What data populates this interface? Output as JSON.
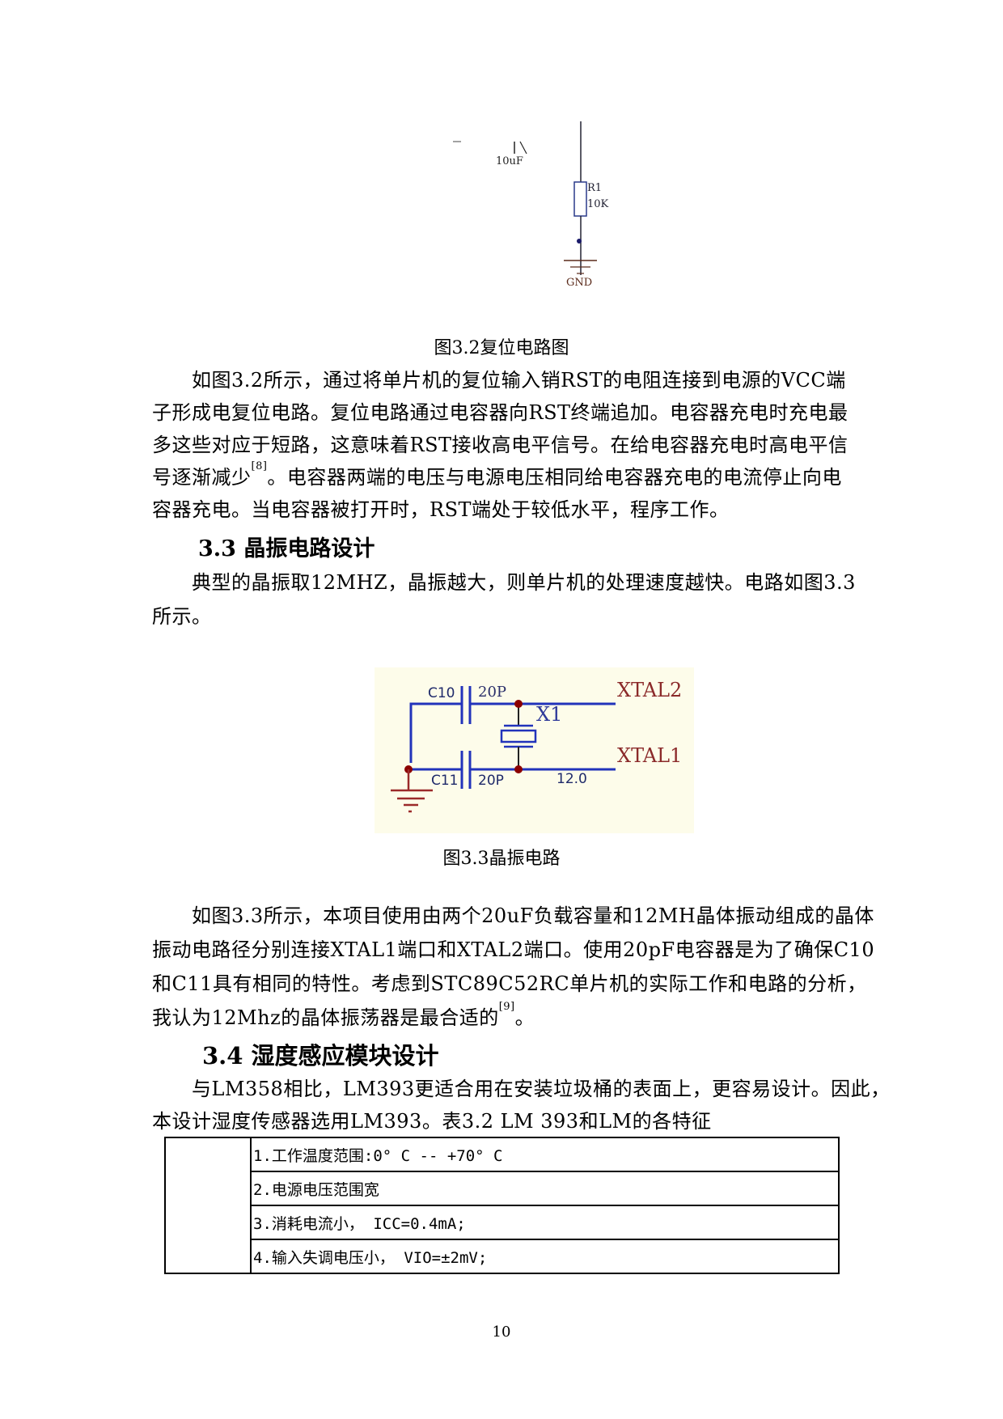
{
  "figure_reset": {
    "labels": {
      "capacitor": "10uF",
      "resistor_ref": "R1",
      "resistor_value": "10K",
      "ground": "GND"
    },
    "caption": "图3.2复位电路图"
  },
  "para_reset": {
    "lines": [
      "　　如图3.2所示，通过将单片机的复位输入销RST的电阻连接到电源的VCC端",
      "子形成电复位电路。复位电路通过电容器向RST终端追加。电容器充电时充电最",
      "多这些对应于短路，这意味着RST接收高电平信号。在给电容器充电时高电平信",
      "号逐渐减少",
      "容器充电。当电容器被打开时，RST端处于较低水平，程序工作。"
    ],
    "line4_ref": "[8]",
    "line4_rest": "。电容器两端的电压与电源电压相同给电容器充电的电流停止向电"
  },
  "section_3_3": {
    "heading": "3.3  晶振电路设计",
    "intro_lines": [
      "　　典型的晶振取12MHZ，晶振越大，则单片机的处理速度越快。电路如图3.3",
      "所示。"
    ]
  },
  "figure_crystal": {
    "labels": {
      "c10": "C10",
      "c10_value": "20P",
      "c11": "C11",
      "c11_value": "20P",
      "crystal": "X1",
      "crystal_value": "12.0",
      "xtal2": "XTAL2",
      "xtal1": "XTAL1"
    },
    "caption": "图3.3晶振电路"
  },
  "para_crystal": {
    "lines": [
      "　　如图3.3所示，本项目使用由两个20uF负载容量和12MH晶体振动组成的晶体",
      "振动电路径分别连接XTAL1端口和XTAL2端口。使用20pF电容器是为了确保C10",
      "和C11具有相同的特性。考虑到STC89C52RC单片机的实际工作和电路的分析，",
      "我认为12Mhz的晶体振荡器是最合适的"
    ],
    "line4_ref": "[9]",
    "line4_end": "。"
  },
  "section_3_4": {
    "heading": "3.4  湿度感应模块设计",
    "lines": [
      "　　与LM358相比，LM393更适合用在安装垃圾桶的表面上，更容易设计。因此，",
      "本设计湿度传感器选用LM393。表3.2 LM 393和LM的各特征"
    ]
  },
  "table_features": {
    "rows": [
      "1.工作温度范围:0° C -- +70° C",
      "2.电源电压范围宽",
      "3.消耗电流小， ICC=0.4mA;",
      "4.输入失调电压小，  VIO=±2mV;"
    ]
  },
  "page_number": "10",
  "colors": {
    "wire_blue": "#2233bb",
    "ground_red": "#9b2a2a",
    "junction": "#8b0000",
    "fig_bg": "#fdfcea"
  }
}
